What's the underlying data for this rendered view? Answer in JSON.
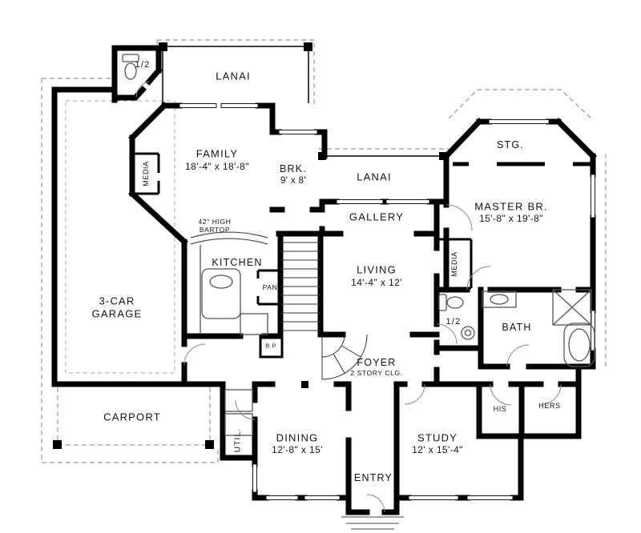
{
  "title": "House Floor Plan",
  "colors": {
    "wall": "#000000",
    "thin_line": "#444444",
    "dashed_overhang": "#999999",
    "background": "#ffffff"
  },
  "labels": {
    "half_bath_top": "1/2",
    "lanai_top": "LANAI",
    "family_name": "FAMILY",
    "family_dims": "18'-4\" x 18'-8\"",
    "media_left": "MEDIA",
    "brk_name": "BRK.",
    "brk_dims": "9' x 8'",
    "lanai_mid": "LANAI",
    "stg": "STG.",
    "master_name": "MASTER BR.",
    "master_dims": "15'-8\" x 19'-8\"",
    "gallery": "GALLERY",
    "bartop_line1": "42\" HIGH",
    "bartop_line2": "BARTOP",
    "kitchen": "KITCHEN",
    "pan": "PAN",
    "living_name": "LIVING",
    "living_dims": "14'-4\" x 12'",
    "media_right": "MEDIA",
    "garage_line1": "3-CAR",
    "garage_line2": "GARAGE",
    "half_bath_mid": "1/2",
    "bath": "BATH",
    "bp": "B.P.",
    "foyer_name": "FOYER",
    "foyer_sub": "2 STORY CLG.",
    "carport": "CARPORT",
    "util": "UTIL.",
    "dining_name": "DINING",
    "dining_dims": "12'-8\" x 15'",
    "study_name": "STUDY",
    "study_dims": "12' x 15'-4\"",
    "his": "HIS",
    "hers": "HERS",
    "entry": "ENTRY"
  }
}
